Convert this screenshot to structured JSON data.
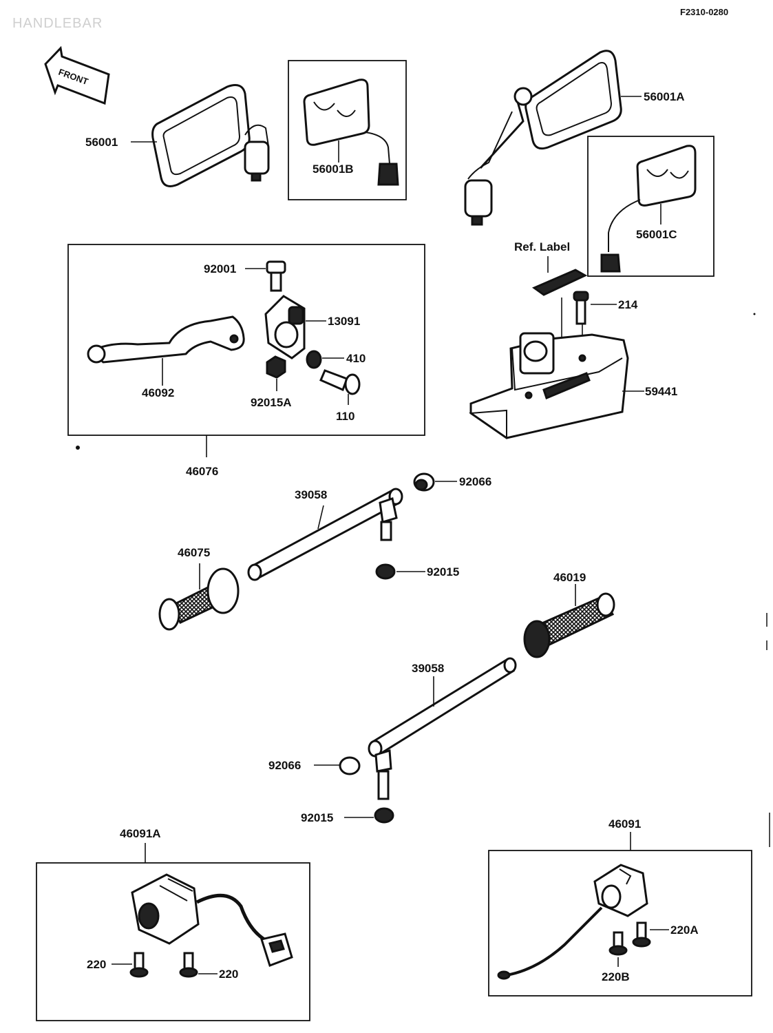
{
  "diagram": {
    "title": "HANDLEBAR",
    "figure_code": "F2310-0280",
    "front_marker": "FRONT"
  },
  "parts": [
    {
      "id": "p56001",
      "number": "56001"
    },
    {
      "id": "p56001b",
      "number": "56001B"
    },
    {
      "id": "p56001a",
      "number": "56001A"
    },
    {
      "id": "p56001c",
      "number": "56001C"
    },
    {
      "id": "pref",
      "number": "Ref. Label"
    },
    {
      "id": "p214",
      "number": "214"
    },
    {
      "id": "p59441",
      "number": "59441"
    },
    {
      "id": "p92001",
      "number": "92001"
    },
    {
      "id": "p13091",
      "number": "13091"
    },
    {
      "id": "p410",
      "number": "410"
    },
    {
      "id": "p46092",
      "number": "46092"
    },
    {
      "id": "p92015a",
      "number": "92015A"
    },
    {
      "id": "p110",
      "number": "110"
    },
    {
      "id": "p46076",
      "number": "46076"
    },
    {
      "id": "p39058a",
      "number": "39058"
    },
    {
      "id": "p92066a",
      "number": "92066"
    },
    {
      "id": "p46075",
      "number": "46075"
    },
    {
      "id": "p92015a2",
      "number": "92015"
    },
    {
      "id": "p46019",
      "number": "46019"
    },
    {
      "id": "p39058b",
      "number": "39058"
    },
    {
      "id": "p92066b",
      "number": "92066"
    },
    {
      "id": "p92015b",
      "number": "92015"
    },
    {
      "id": "p46091a",
      "number": "46091A"
    },
    {
      "id": "p220l",
      "number": "220"
    },
    {
      "id": "p220r",
      "number": "220"
    },
    {
      "id": "p46091",
      "number": "46091"
    },
    {
      "id": "p220a",
      "number": "220A"
    },
    {
      "id": "p220b",
      "number": "220B"
    }
  ]
}
